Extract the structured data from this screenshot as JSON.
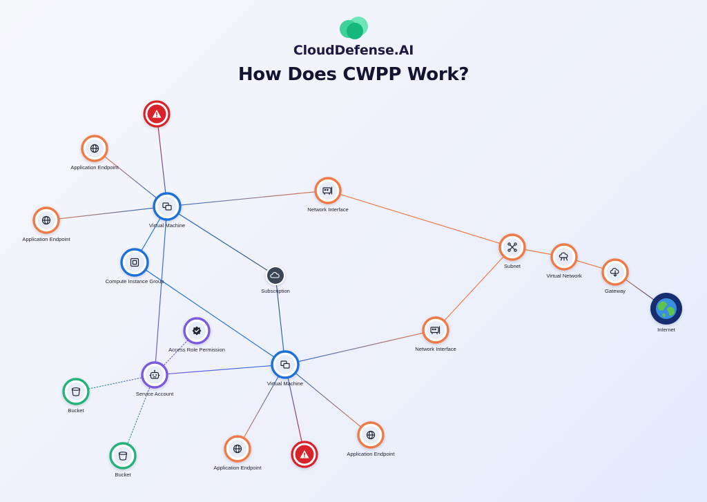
{
  "brand": {
    "name": "CloudDefense.AI",
    "logo_colors": [
      "#3ed19a",
      "#16b77d",
      "#6fe6b7"
    ]
  },
  "headline": "How Does CWPP Work?",
  "colors": {
    "blue": "#1e6fd9",
    "orange": "#ef7a45",
    "red": "#d8232a",
    "purple": "#7a5ae0",
    "green": "#21b27a",
    "gray": "#445566",
    "navy": "#1b3f8f"
  },
  "nodes": [
    {
      "id": "alert1",
      "label": "",
      "icon": "warning-icon",
      "kind": "red"
    },
    {
      "id": "appep1",
      "label": "Application Endpoint",
      "icon": "globe-icon",
      "kind": "orange"
    },
    {
      "id": "appep2",
      "label": "Application Endpoint",
      "icon": "globe-icon",
      "kind": "orange"
    },
    {
      "id": "vm1",
      "label": "Virtual Machine",
      "icon": "windows-icon",
      "kind": "blue"
    },
    {
      "id": "cig",
      "label": "Compute Instance Group",
      "icon": "chip-icon",
      "kind": "blue"
    },
    {
      "id": "ni1",
      "label": "Network Interface",
      "icon": "network-card-icon",
      "kind": "orange"
    },
    {
      "id": "sub",
      "label": "Subscription",
      "icon": "cloud-icon",
      "kind": "gray"
    },
    {
      "id": "subnet",
      "label": "Subnet",
      "icon": "subnet-icon",
      "kind": "orange"
    },
    {
      "id": "vnet",
      "label": "Virtual Network",
      "icon": "cloud-network-icon",
      "kind": "orange"
    },
    {
      "id": "gw",
      "label": "Gateway",
      "icon": "cloud-gateway-icon",
      "kind": "orange"
    },
    {
      "id": "inet",
      "label": "Internet",
      "icon": "earth-icon",
      "kind": "navy"
    },
    {
      "id": "arp",
      "label": "Access Role Permission",
      "icon": "badge-check-icon",
      "kind": "purple"
    },
    {
      "id": "ni2",
      "label": "Network Interface",
      "icon": "network-card-icon",
      "kind": "orange"
    },
    {
      "id": "sa",
      "label": "Service Account",
      "icon": "robot-icon",
      "kind": "purple"
    },
    {
      "id": "vm2",
      "label": "Virtual Machine",
      "icon": "windows-icon",
      "kind": "blue"
    },
    {
      "id": "bucket1",
      "label": "Bucket",
      "icon": "bucket-icon",
      "kind": "green"
    },
    {
      "id": "bucket2",
      "label": "Bucket",
      "icon": "bucket-icon",
      "kind": "green"
    },
    {
      "id": "appep3",
      "label": "Application Endpoint",
      "icon": "globe-icon",
      "kind": "orange"
    },
    {
      "id": "alert2",
      "label": "",
      "icon": "warning-icon",
      "kind": "red"
    },
    {
      "id": "appep4",
      "label": "Application Endpoint",
      "icon": "globe-icon",
      "kind": "orange"
    }
  ],
  "edges": [
    {
      "from": "alert1",
      "to": "vm1",
      "style": "solid"
    },
    {
      "from": "appep1",
      "to": "vm1",
      "style": "solid"
    },
    {
      "from": "appep2",
      "to": "vm1",
      "style": "solid"
    },
    {
      "from": "vm1",
      "to": "ni1",
      "style": "solid"
    },
    {
      "from": "vm1",
      "to": "cig",
      "style": "solid"
    },
    {
      "from": "vm1",
      "to": "sub",
      "style": "solid"
    },
    {
      "from": "vm1",
      "to": "sa",
      "style": "solid"
    },
    {
      "from": "cig",
      "to": "vm2",
      "style": "solid"
    },
    {
      "from": "sub",
      "to": "vm2",
      "style": "solid"
    },
    {
      "from": "ni1",
      "to": "subnet",
      "style": "solid"
    },
    {
      "from": "subnet",
      "to": "vnet",
      "style": "solid"
    },
    {
      "from": "vnet",
      "to": "gw",
      "style": "solid"
    },
    {
      "from": "gw",
      "to": "inet",
      "style": "solid"
    },
    {
      "from": "subnet",
      "to": "ni2",
      "style": "solid"
    },
    {
      "from": "ni2",
      "to": "vm2",
      "style": "solid"
    },
    {
      "from": "sa",
      "to": "vm2",
      "style": "solid"
    },
    {
      "from": "sa",
      "to": "arp",
      "style": "dotted"
    },
    {
      "from": "sa",
      "to": "bucket1",
      "style": "dotted"
    },
    {
      "from": "sa",
      "to": "bucket2",
      "style": "dotted"
    },
    {
      "from": "vm2",
      "to": "appep3",
      "style": "solid"
    },
    {
      "from": "vm2",
      "to": "alert2",
      "style": "solid"
    },
    {
      "from": "vm2",
      "to": "appep4",
      "style": "solid"
    }
  ]
}
